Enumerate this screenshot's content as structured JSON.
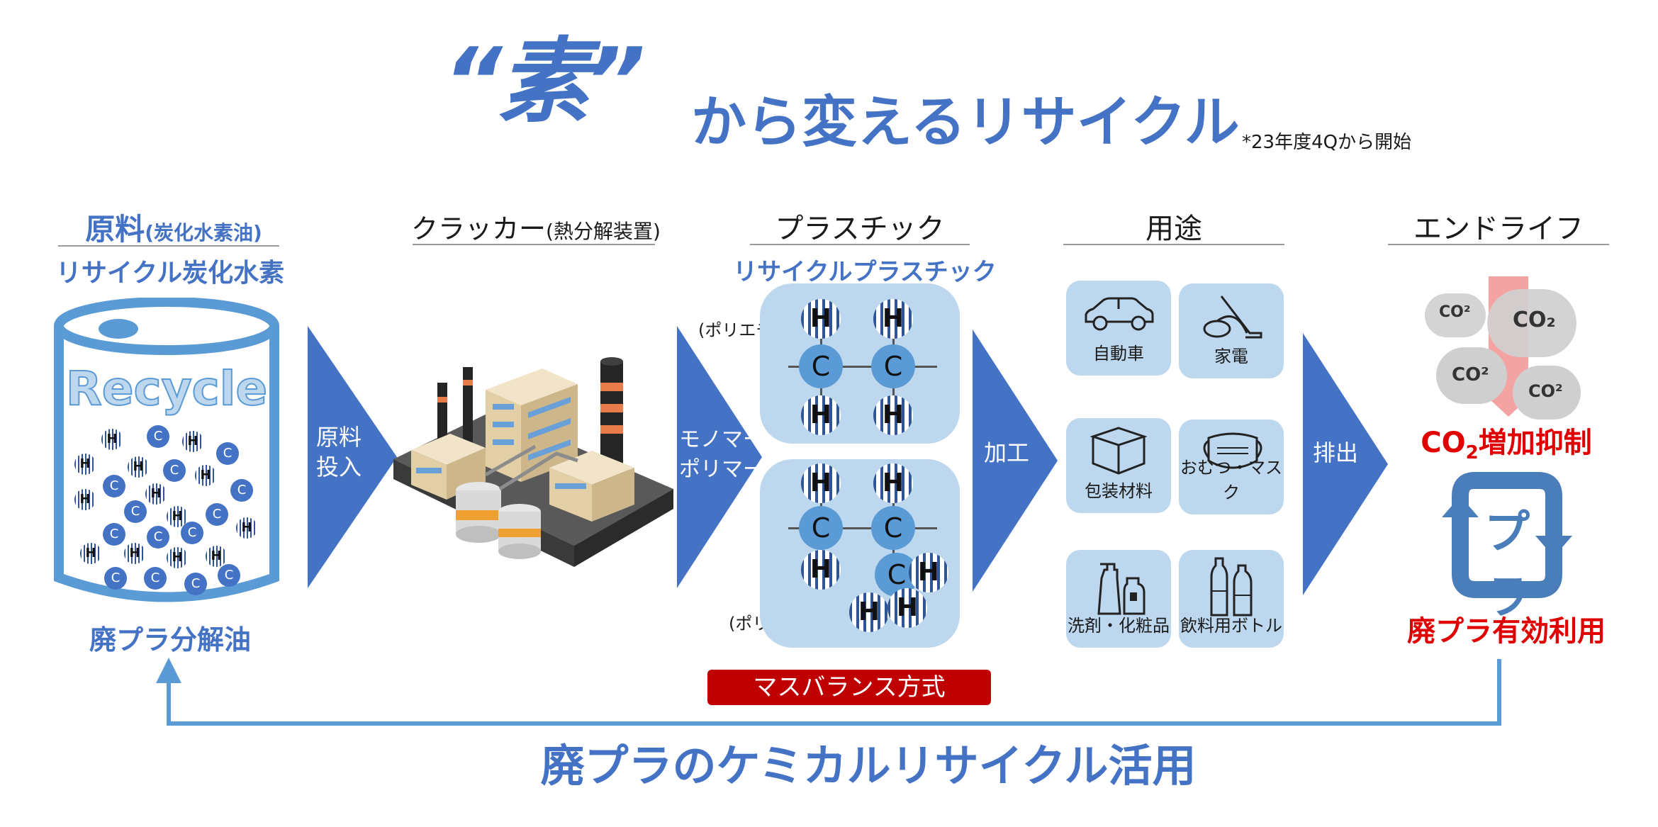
{
  "title": {
    "kanji": "“素”",
    "rest": "から変えるリサイクル",
    "note": "*23年度4Qから開始"
  },
  "columns": {
    "raw": {
      "heading": "原料",
      "heading_sub": "(炭化水素油)",
      "subheading": "リサイクル炭化水素",
      "can_text": "Recycle",
      "caption": "廃プラ分解油"
    },
    "cracker": {
      "heading": "クラッカー",
      "heading_sub": "(熱分解装置)"
    },
    "plastic": {
      "heading": "プラスチック",
      "subheading": "リサイクルプラスチック",
      "polyethylene": "(ポリエチレン)",
      "polypropylene": "(ポリプロピレン)"
    },
    "use": {
      "heading": "用途",
      "items": [
        "自動車",
        "家電",
        "包装材料",
        "おむつ・マスク",
        "洗剤・化粧品",
        "飲料用ボトル"
      ]
    },
    "endlife": {
      "heading": "エンドライフ",
      "co2_label": "CO",
      "co2_sub": "2",
      "co2_rest": "増加抑制",
      "recycle_mark": "プラ",
      "caption": "廃プラ有効利用"
    }
  },
  "arrows": {
    "a1": [
      "原料",
      "投入"
    ],
    "a2": [
      "モノマー",
      "ポリマー"
    ],
    "a3": "加工",
    "a4": "排出"
  },
  "molecule": {
    "H": "H",
    "C": "C"
  },
  "mass_balance": "マスバランス方式",
  "bottom": "廃プラのケミカルリサイクル活用",
  "cloud_labels": [
    "CO²",
    "CO₂",
    "CO²",
    "CO²"
  ],
  "colors": {
    "accent": "#4472c4",
    "light": "#bdd7ee",
    "red": "#e00000",
    "darkred": "#c00000"
  }
}
